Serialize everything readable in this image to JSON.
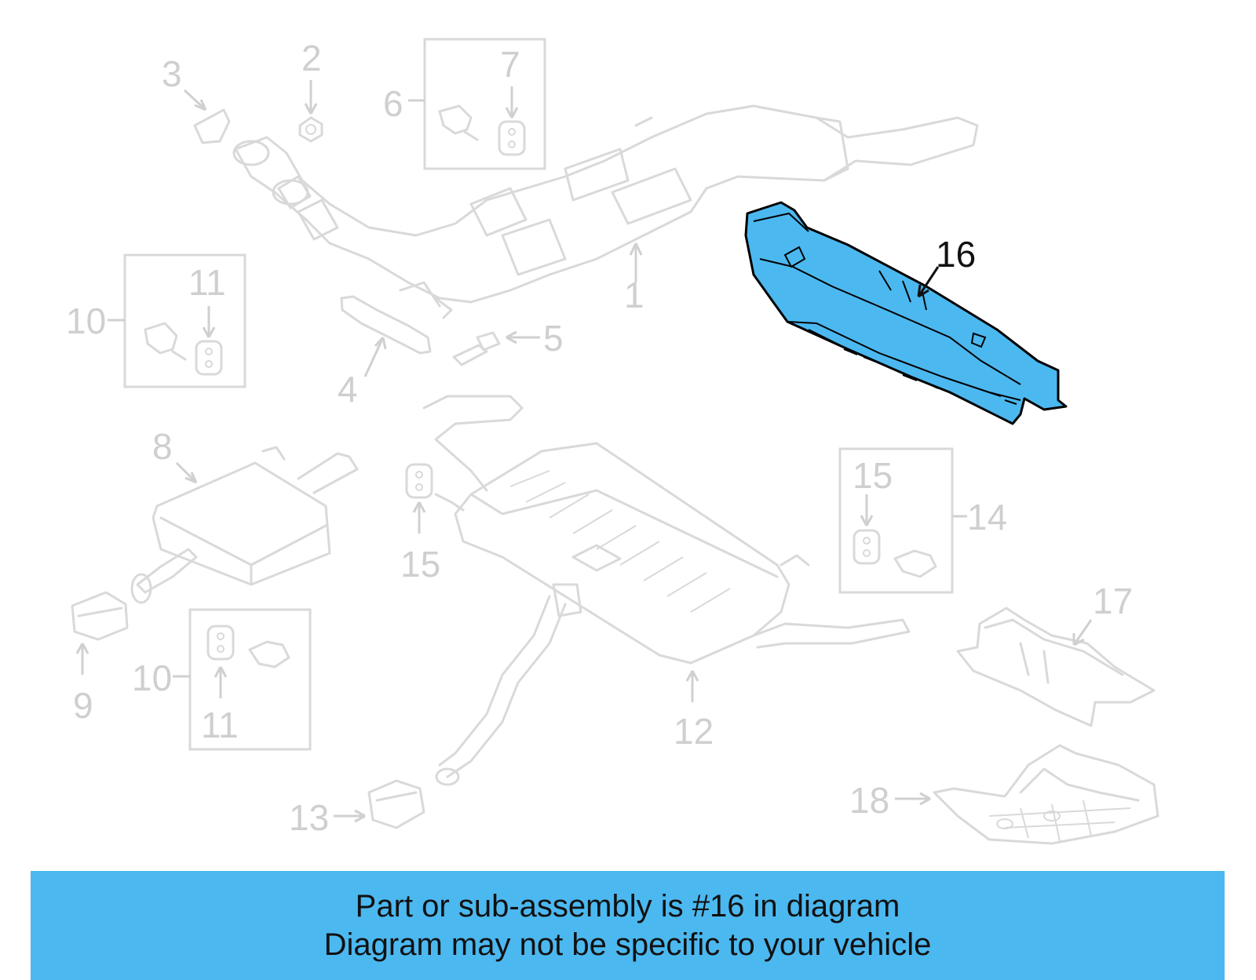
{
  "highlight_color": "#4cb8f0",
  "callouts": {
    "c1": "1",
    "c2": "2",
    "c3": "3",
    "c4": "4",
    "c5": "5",
    "c6": "6",
    "c7": "7",
    "c8": "8",
    "c9": "9",
    "c10a": "10",
    "c10b": "10",
    "c11a": "11",
    "c11b": "11",
    "c12": "12",
    "c13": "13",
    "c14": "14",
    "c15a": "15",
    "c15b": "15",
    "c16": "16",
    "c17": "17",
    "c18": "18"
  },
  "banner": {
    "line1": "Part or sub-assembly is #16 in diagram",
    "line2": "Diagram may not be specific to your vehicle"
  }
}
